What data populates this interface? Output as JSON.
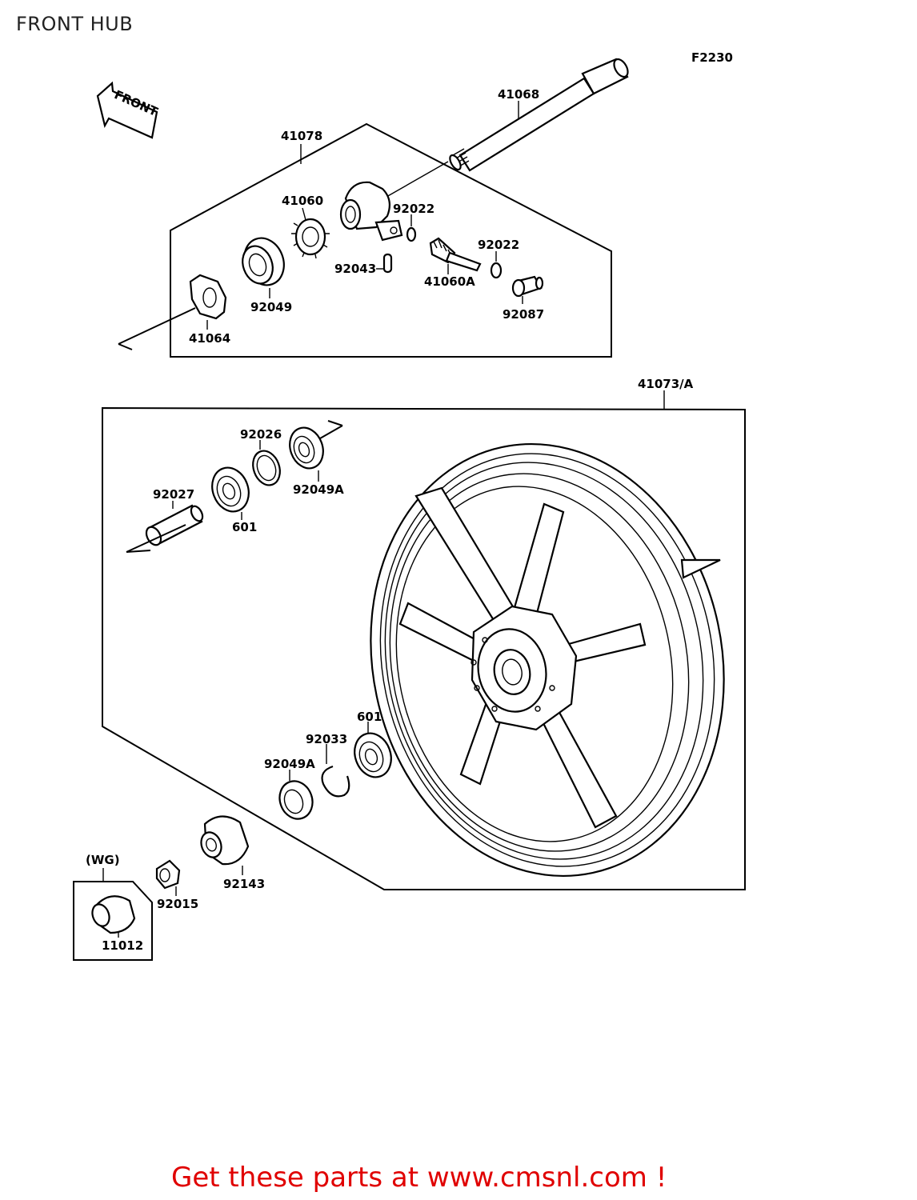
{
  "page_title": "FRONT HUB",
  "figure_code": "F2230",
  "front_arrow_label": "FRONT",
  "labels": {
    "p41068": "41068",
    "p41078": "41078",
    "p41060": "41060",
    "p92022a": "92022",
    "p92022b": "92022",
    "p92043": "92043",
    "p41060A": "41060A",
    "p92049": "92049",
    "p92087": "92087",
    "p41064": "41064",
    "p41073A": "41073/A",
    "p92026": "92026",
    "p92049Aa": "92049A",
    "p92027": "92027",
    "p601a": "601",
    "p601b": "601",
    "p92033": "92033",
    "p92049Ab": "92049A",
    "pWG": "(WG)",
    "p92143": "92143",
    "p92015": "92015",
    "p11012": "11012"
  },
  "footer": "Get these parts at www.cmsnl.com !",
  "colors": {
    "footer": "#e00000",
    "ink": "#000000"
  }
}
